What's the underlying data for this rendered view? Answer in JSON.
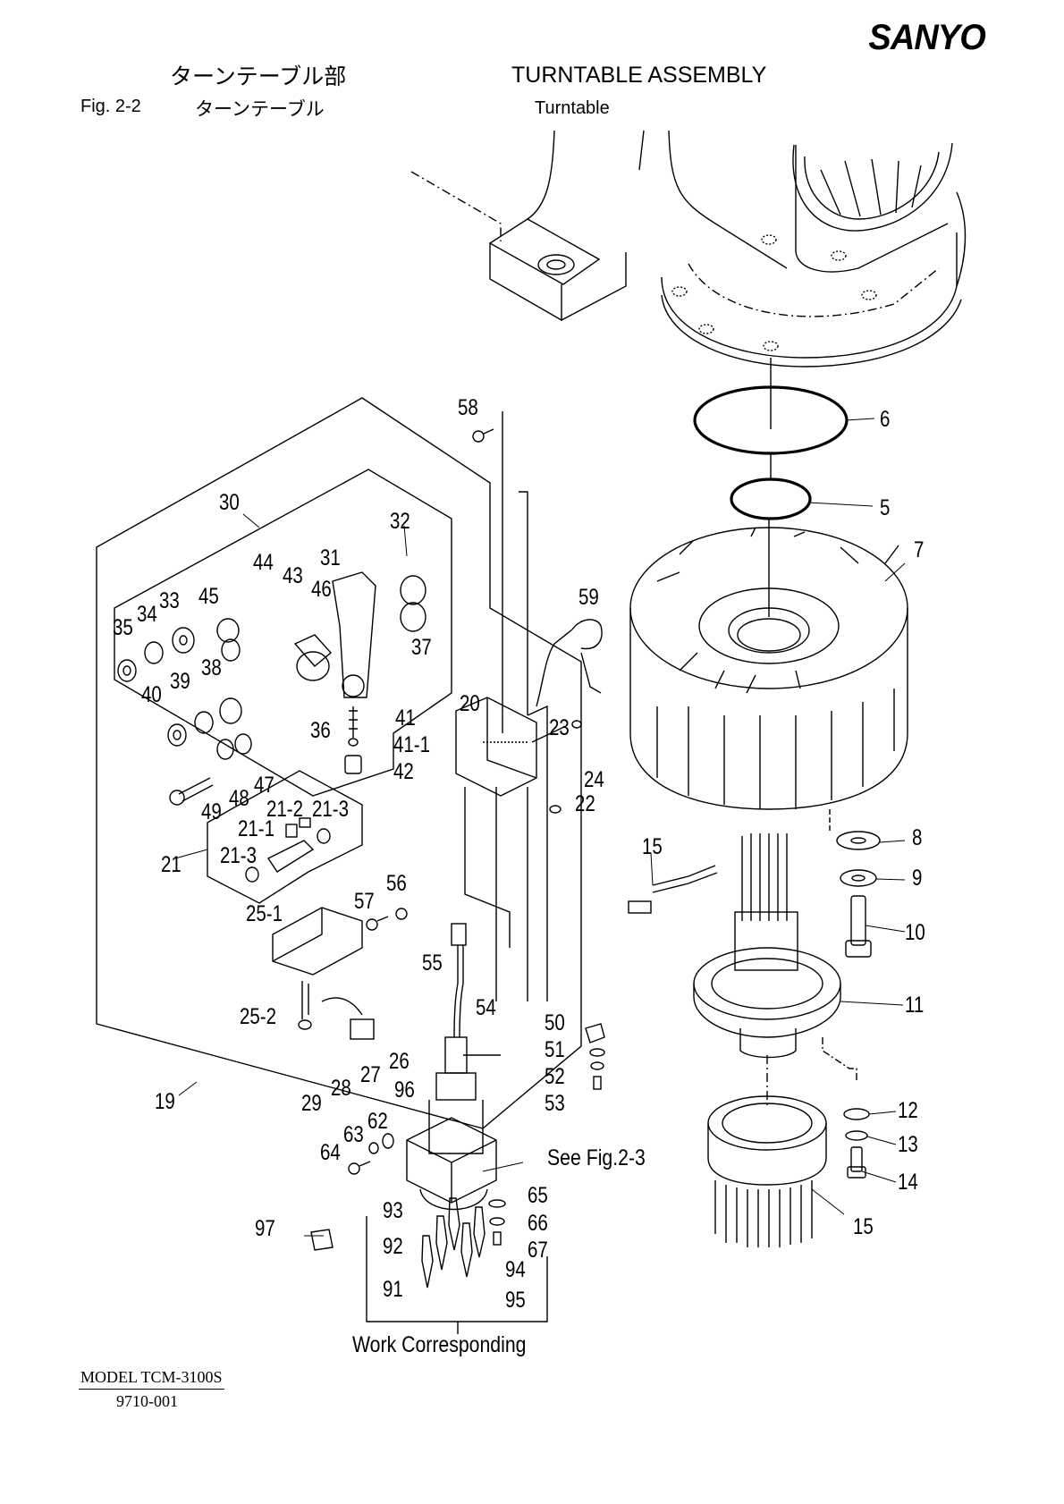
{
  "header": {
    "brand": "SANYO",
    "section_title_jp": "ターンテーブル部",
    "section_title_en": "TURNTABLE ASSEMBLY",
    "figure_number": "Fig.  2-2",
    "figure_title_jp": "ターンテーブル",
    "figure_title_en": "Turntable"
  },
  "callouts": [
    {
      "id": "58",
      "label": "58"
    },
    {
      "id": "6",
      "label": "6"
    },
    {
      "id": "5",
      "label": "5"
    },
    {
      "id": "7",
      "label": "7"
    },
    {
      "id": "30",
      "label": "30"
    },
    {
      "id": "32",
      "label": "32"
    },
    {
      "id": "31",
      "label": "31"
    },
    {
      "id": "44",
      "label": "44"
    },
    {
      "id": "43",
      "label": "43"
    },
    {
      "id": "46",
      "label": "46"
    },
    {
      "id": "45",
      "label": "45"
    },
    {
      "id": "33",
      "label": "33"
    },
    {
      "id": "34",
      "label": "34"
    },
    {
      "id": "35",
      "label": "35"
    },
    {
      "id": "37",
      "label": "37"
    },
    {
      "id": "38",
      "label": "38"
    },
    {
      "id": "39",
      "label": "39"
    },
    {
      "id": "40",
      "label": "40"
    },
    {
      "id": "36",
      "label": "36"
    },
    {
      "id": "41",
      "label": "41"
    },
    {
      "id": "41-1",
      "label": "41-1"
    },
    {
      "id": "42",
      "label": "42"
    },
    {
      "id": "59",
      "label": "59"
    },
    {
      "id": "20",
      "label": "20"
    },
    {
      "id": "23",
      "label": "23"
    },
    {
      "id": "24",
      "label": "24"
    },
    {
      "id": "22",
      "label": "22"
    },
    {
      "id": "47",
      "label": "47"
    },
    {
      "id": "48",
      "label": "48"
    },
    {
      "id": "49",
      "label": "49"
    },
    {
      "id": "21-2",
      "label": "21-2"
    },
    {
      "id": "21-3a",
      "label": "21-3"
    },
    {
      "id": "21-1",
      "label": "21-1"
    },
    {
      "id": "21-3b",
      "label": "21-3"
    },
    {
      "id": "21",
      "label": "21"
    },
    {
      "id": "15a",
      "label": "15"
    },
    {
      "id": "8",
      "label": "8"
    },
    {
      "id": "9",
      "label": "9"
    },
    {
      "id": "10",
      "label": "10"
    },
    {
      "id": "11",
      "label": "11"
    },
    {
      "id": "57",
      "label": "57"
    },
    {
      "id": "56",
      "label": "56"
    },
    {
      "id": "25-1",
      "label": "25-1"
    },
    {
      "id": "55",
      "label": "55"
    },
    {
      "id": "54",
      "label": "54"
    },
    {
      "id": "25-2",
      "label": "25-2"
    },
    {
      "id": "26",
      "label": "26"
    },
    {
      "id": "27",
      "label": "27"
    },
    {
      "id": "28",
      "label": "28"
    },
    {
      "id": "29",
      "label": "29"
    },
    {
      "id": "19",
      "label": "19"
    },
    {
      "id": "96",
      "label": "96"
    },
    {
      "id": "50",
      "label": "50"
    },
    {
      "id": "51",
      "label": "51"
    },
    {
      "id": "52",
      "label": "52"
    },
    {
      "id": "53",
      "label": "53"
    },
    {
      "id": "12",
      "label": "12"
    },
    {
      "id": "13",
      "label": "13"
    },
    {
      "id": "14",
      "label": "14"
    },
    {
      "id": "62",
      "label": "62"
    },
    {
      "id": "63",
      "label": "63"
    },
    {
      "id": "64",
      "label": "64"
    },
    {
      "id": "65",
      "label": "65"
    },
    {
      "id": "66",
      "label": "66"
    },
    {
      "id": "67",
      "label": "67"
    },
    {
      "id": "15b",
      "label": "15"
    },
    {
      "id": "97",
      "label": "97"
    },
    {
      "id": "93",
      "label": "93"
    },
    {
      "id": "92",
      "label": "92"
    },
    {
      "id": "94",
      "label": "94"
    },
    {
      "id": "91",
      "label": "91"
    },
    {
      "id": "95",
      "label": "95"
    }
  ],
  "notes": {
    "see_fig": "See Fig.2-3",
    "work_corresponding": "Work Corresponding"
  },
  "footer": {
    "model": "MODEL TCM-3100S",
    "revision": "9710-001"
  }
}
